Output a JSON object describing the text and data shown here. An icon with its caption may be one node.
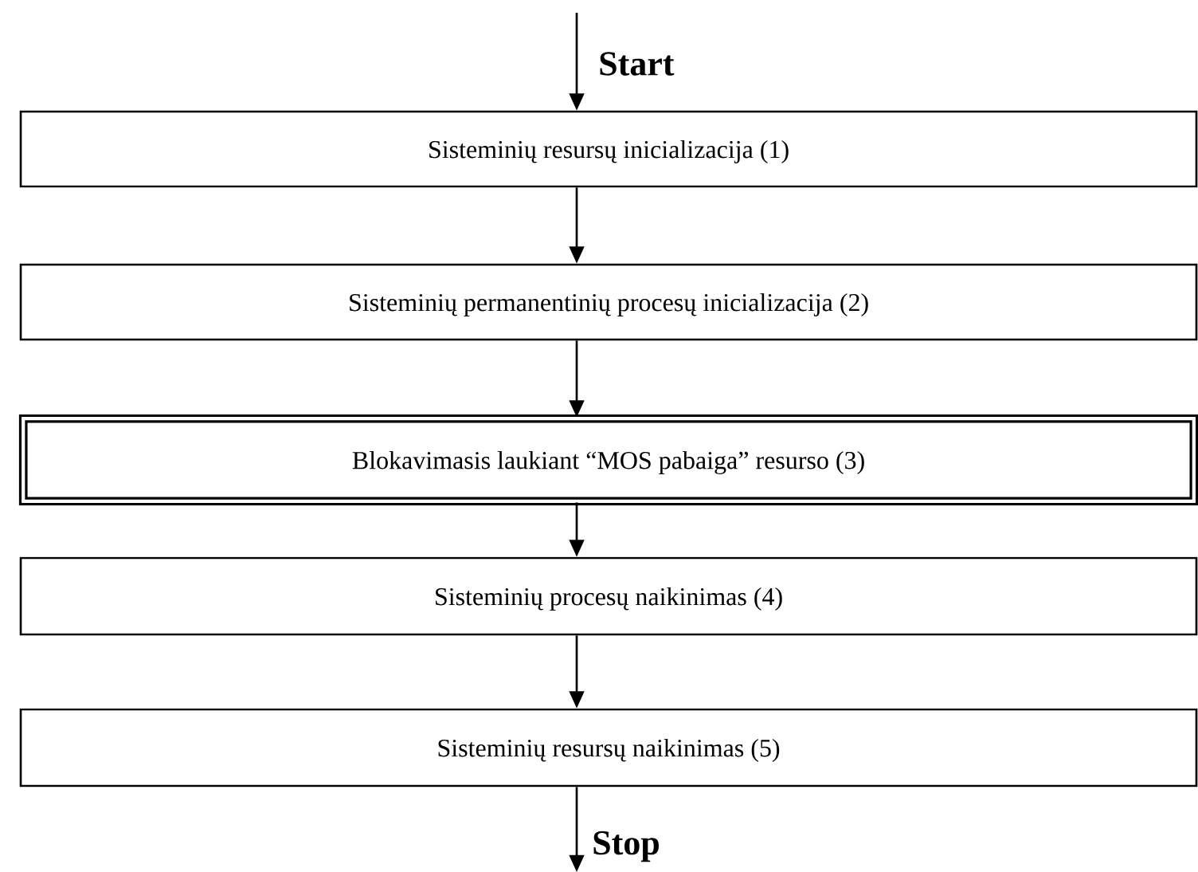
{
  "diagram": {
    "nodes": [
      {
        "text": [
          "Sisteminių resursų inicializacija (1)"
        ]
      },
      {
        "text": [
          "Sisteminių permanentinių procesų inicializacija (2)"
        ]
      },
      {
        "text": [
          "Blokavimasis laukiant “MOS pabaiga” resurso (3)"
        ]
      },
      {
        "text": [
          "Sisteminių procesų naikinimas (4)"
        ]
      },
      {
        "text": [
          "Sisteminių resursų naikinimas (5)"
        ]
      }
    ],
    "edges": [
      {
        "from": null,
        "to": 0,
        "arrow": "to",
        "label": "Start"
      },
      {
        "from": 0,
        "to": 1,
        "arrow": "to"
      },
      {
        "from": 1,
        "to": 2,
        "arrow": "to"
      },
      {
        "from": 2,
        "to": 3,
        "arrow": "to"
      },
      {
        "from": 3,
        "to": 4,
        "arrow": "to"
      },
      {
        "from": 4,
        "to": null,
        "arrow": "to",
        "label": "Stop"
      }
    ]
  }
}
